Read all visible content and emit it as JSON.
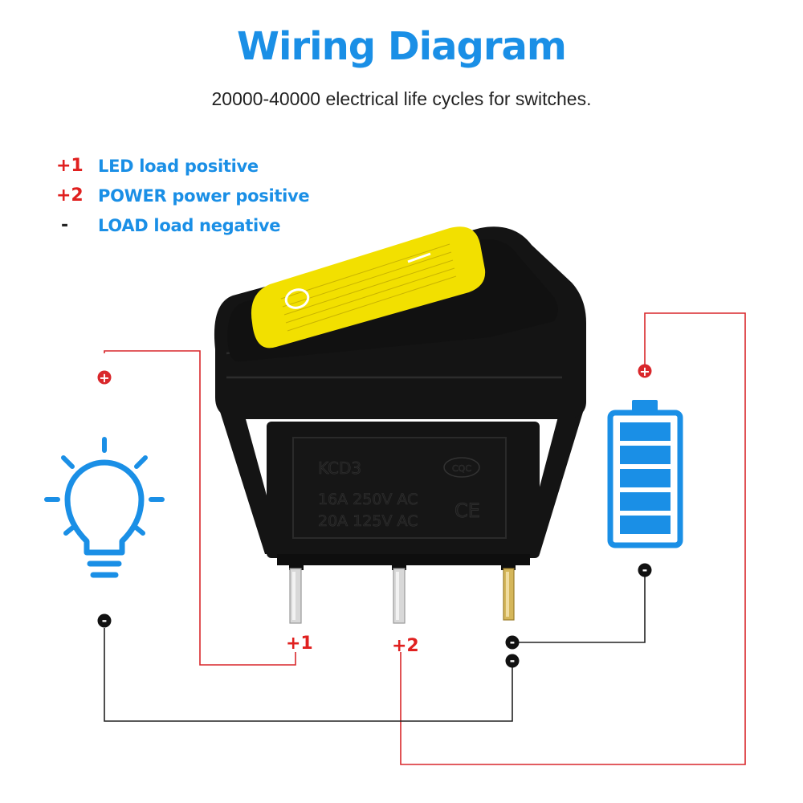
{
  "title": "Wiring Diagram",
  "subtitle": "20000-40000 electrical life cycles for switches.",
  "legend": [
    {
      "term": "+1",
      "description": "LED load positive"
    },
    {
      "term": "+2",
      "description": "POWER power positive"
    },
    {
      "term": "-",
      "description": "LOAD load negative"
    }
  ],
  "switch": {
    "model": "KCD3",
    "rating_1": "16A 250V AC",
    "rating_2": "20A 125V AC",
    "cert_1": "CQC",
    "cert_2": "CE",
    "rocker_symbol_off": "O",
    "rocker_symbol_on": "I"
  },
  "pins": [
    {
      "label": "+1"
    },
    {
      "label": "+2"
    }
  ],
  "terminals": {
    "lamp_positive": "+",
    "lamp_negative": "-",
    "battery_positive": "+",
    "battery_negative": "-",
    "pin3_negative_top": "-",
    "pin3_negative_bottom": "-"
  },
  "icons": {
    "lamp": "light-bulb-icon",
    "battery": "battery-icon"
  },
  "colors": {
    "title": "#1a8fe6",
    "accent_blue": "#1a8fe6",
    "legend_red": "#e0201f",
    "wire_red": "#d9272b",
    "wire_black": "#222222",
    "rocker_yellow": "#f2e000",
    "switch_body": "#141414"
  }
}
